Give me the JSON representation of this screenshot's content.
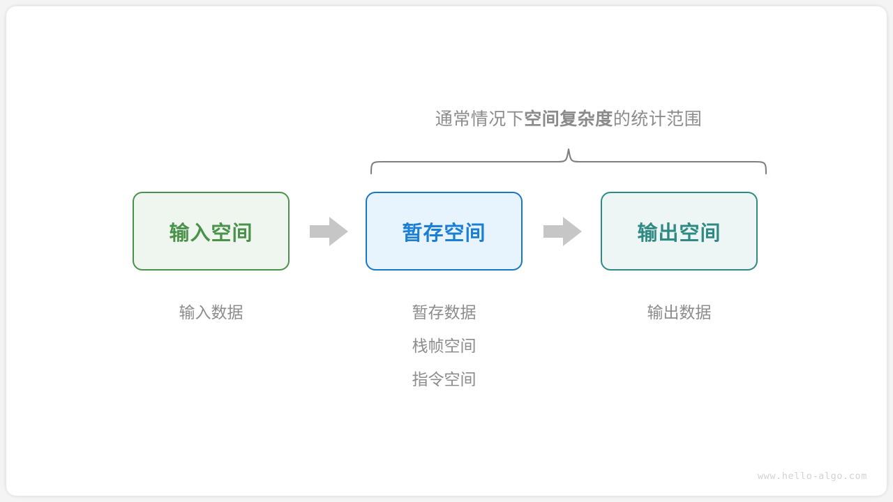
{
  "figure": {
    "caption": {
      "prefix": "通常情况下",
      "emphasis": "空间复杂度",
      "suffix": "的统计范围"
    },
    "brace": {
      "name": "curly-brace-spanning-temp-and-output",
      "color": "#7f7f7f"
    },
    "boxes": [
      {
        "label": "输入空间",
        "fill": "#eff6ef",
        "border": "#4a9249",
        "text": "#4a9249",
        "sublabels": [
          "输入数据"
        ]
      },
      {
        "label": "暂存空间",
        "fill": "#e8f4fd",
        "border": "#1677c9",
        "text": "#1c7fd4",
        "sublabels": [
          "暂存数据",
          "栈帧空间",
          "指令空间"
        ]
      },
      {
        "label": "输出空间",
        "fill": "#edf6f4",
        "border": "#2f8a83",
        "text": "#2f8a83",
        "sublabels": [
          "输出数据"
        ]
      }
    ],
    "arrows": [
      {
        "name": "arrow-input-to-temp",
        "color": "#c6c6c6"
      },
      {
        "name": "arrow-temp-to-output",
        "color": "#c6c6c6"
      }
    ],
    "watermark": "www.hello-algo.com",
    "colors": {
      "background": "#ffffff",
      "card": "#ffffff",
      "muted_text": "#8c8c8c",
      "watermark_text": "#d2d2d2"
    }
  }
}
